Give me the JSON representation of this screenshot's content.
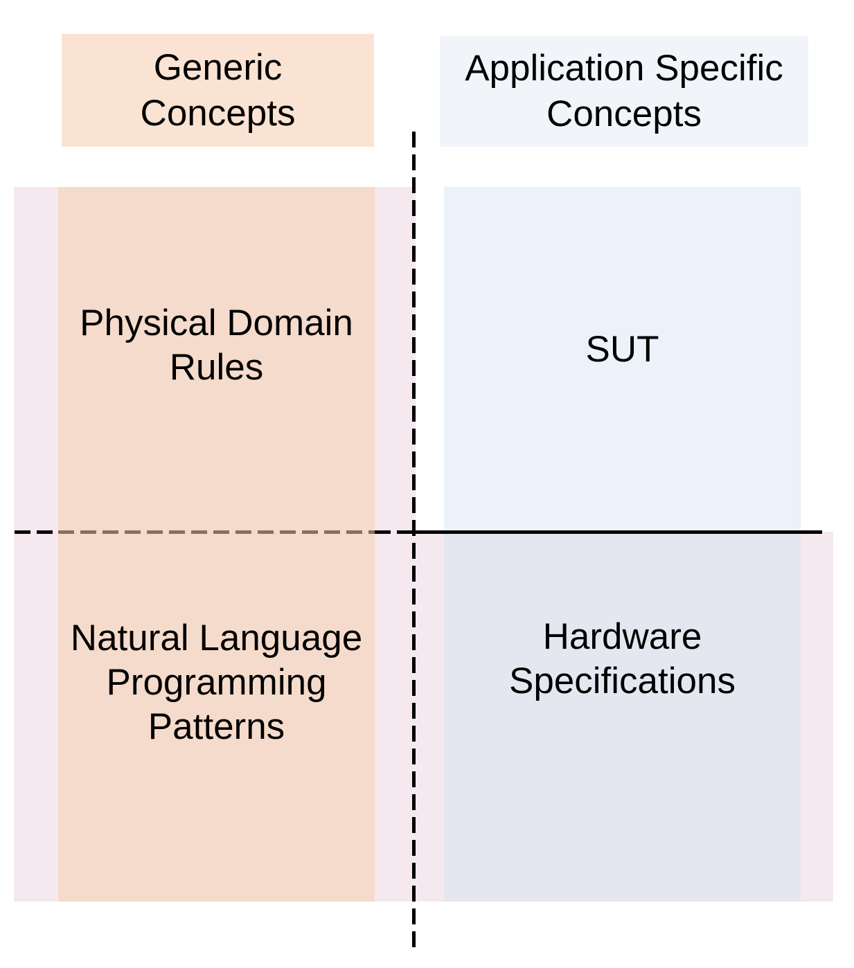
{
  "diagram": {
    "headers": {
      "generic": {
        "label": "Generic\nConcepts",
        "bg": "#FAE3D3"
      },
      "app_specific": {
        "label": "Application Specific\nConcepts",
        "bg": "#F1F5FA"
      }
    },
    "quadrants": {
      "physical_domain_rules": {
        "label": "Physical Domain\nRules",
        "column": "generic",
        "row": "top",
        "bg": "#F5DBCB"
      },
      "sut": {
        "label": "SUT",
        "column": "app_specific",
        "row": "top",
        "bg": "#ECF2FA"
      },
      "natural_language_programming_patterns": {
        "label": "Natural Language\nProgramming\nPatterns",
        "column": "generic",
        "row": "bottom",
        "bg": "#F5DBCB"
      },
      "hardware_specifications": {
        "label": "Hardware\nSpecifications",
        "column": "app_specific",
        "row": "bottom",
        "bg": "#E4E7F0"
      }
    },
    "background_strip_color": "#F5E8EE",
    "lines": {
      "axis_color": "#000000",
      "muted_dash_color": "#86705F",
      "vertical_style": "dashed",
      "horizontal_left_style": "dashed",
      "horizontal_right_style": "solid"
    }
  }
}
